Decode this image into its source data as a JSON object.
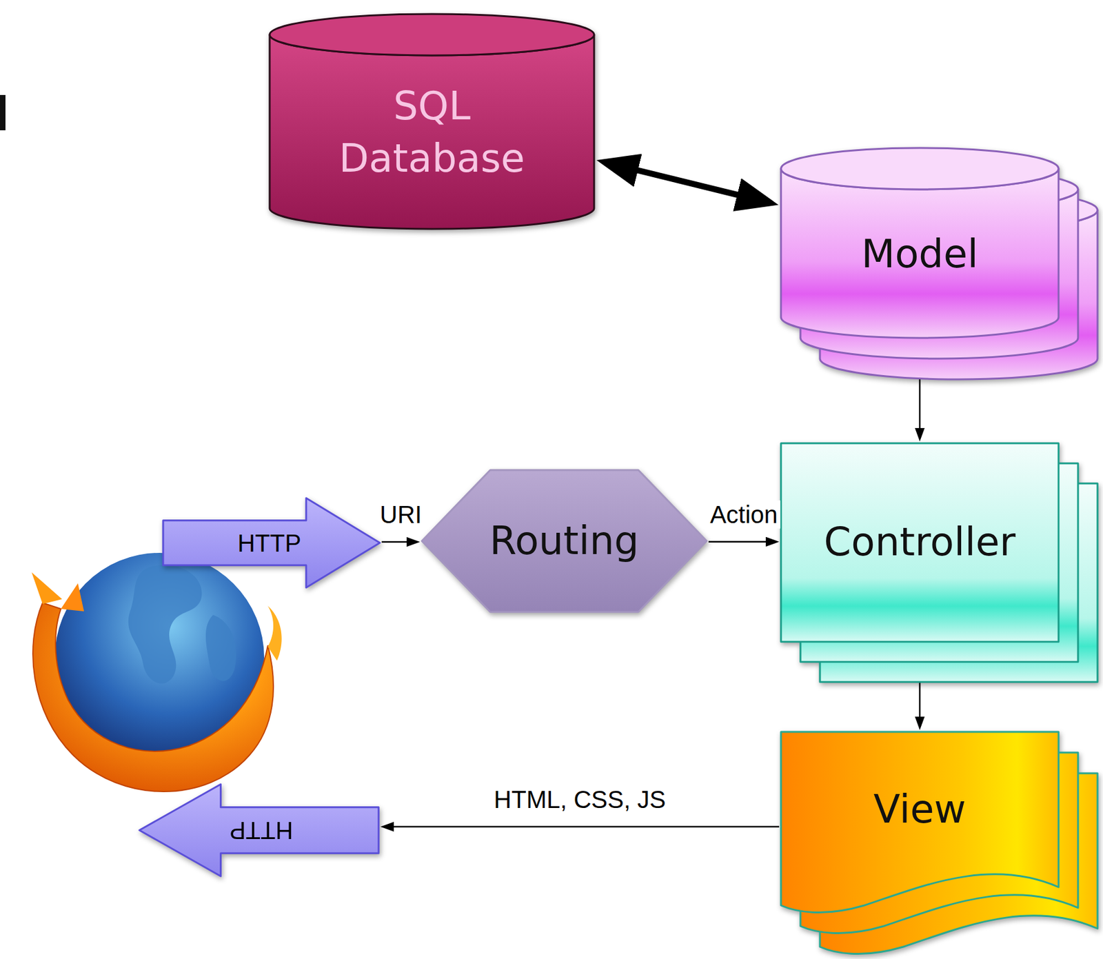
{
  "diagram": {
    "nodes": [
      {
        "text": [
          "SQL Database"
        ]
      },
      {
        "text": [
          "Model"
        ]
      },
      {
        "text": [
          "HTTP"
        ]
      },
      {
        "text": [
          "Routing"
        ]
      },
      {
        "text": [
          "Controller"
        ]
      },
      {
        "text": [
          "View"
        ]
      },
      {
        "text": [
          "HTTP"
        ]
      }
    ],
    "edges": [
      {
        "from": 0,
        "to": 1,
        "arrow": "both"
      },
      {
        "from": 1,
        "to": 4,
        "arrow": "both"
      },
      {
        "from": 2,
        "to": 3,
        "label": "URI",
        "arrow": "to"
      },
      {
        "from": 3,
        "to": 4,
        "label": "Action",
        "arrow": "to"
      },
      {
        "from": 4,
        "to": 5,
        "arrow": "to"
      },
      {
        "from": 5,
        "to": 6,
        "label": "HTML, CSS, JS",
        "arrow": "to"
      }
    ]
  }
}
